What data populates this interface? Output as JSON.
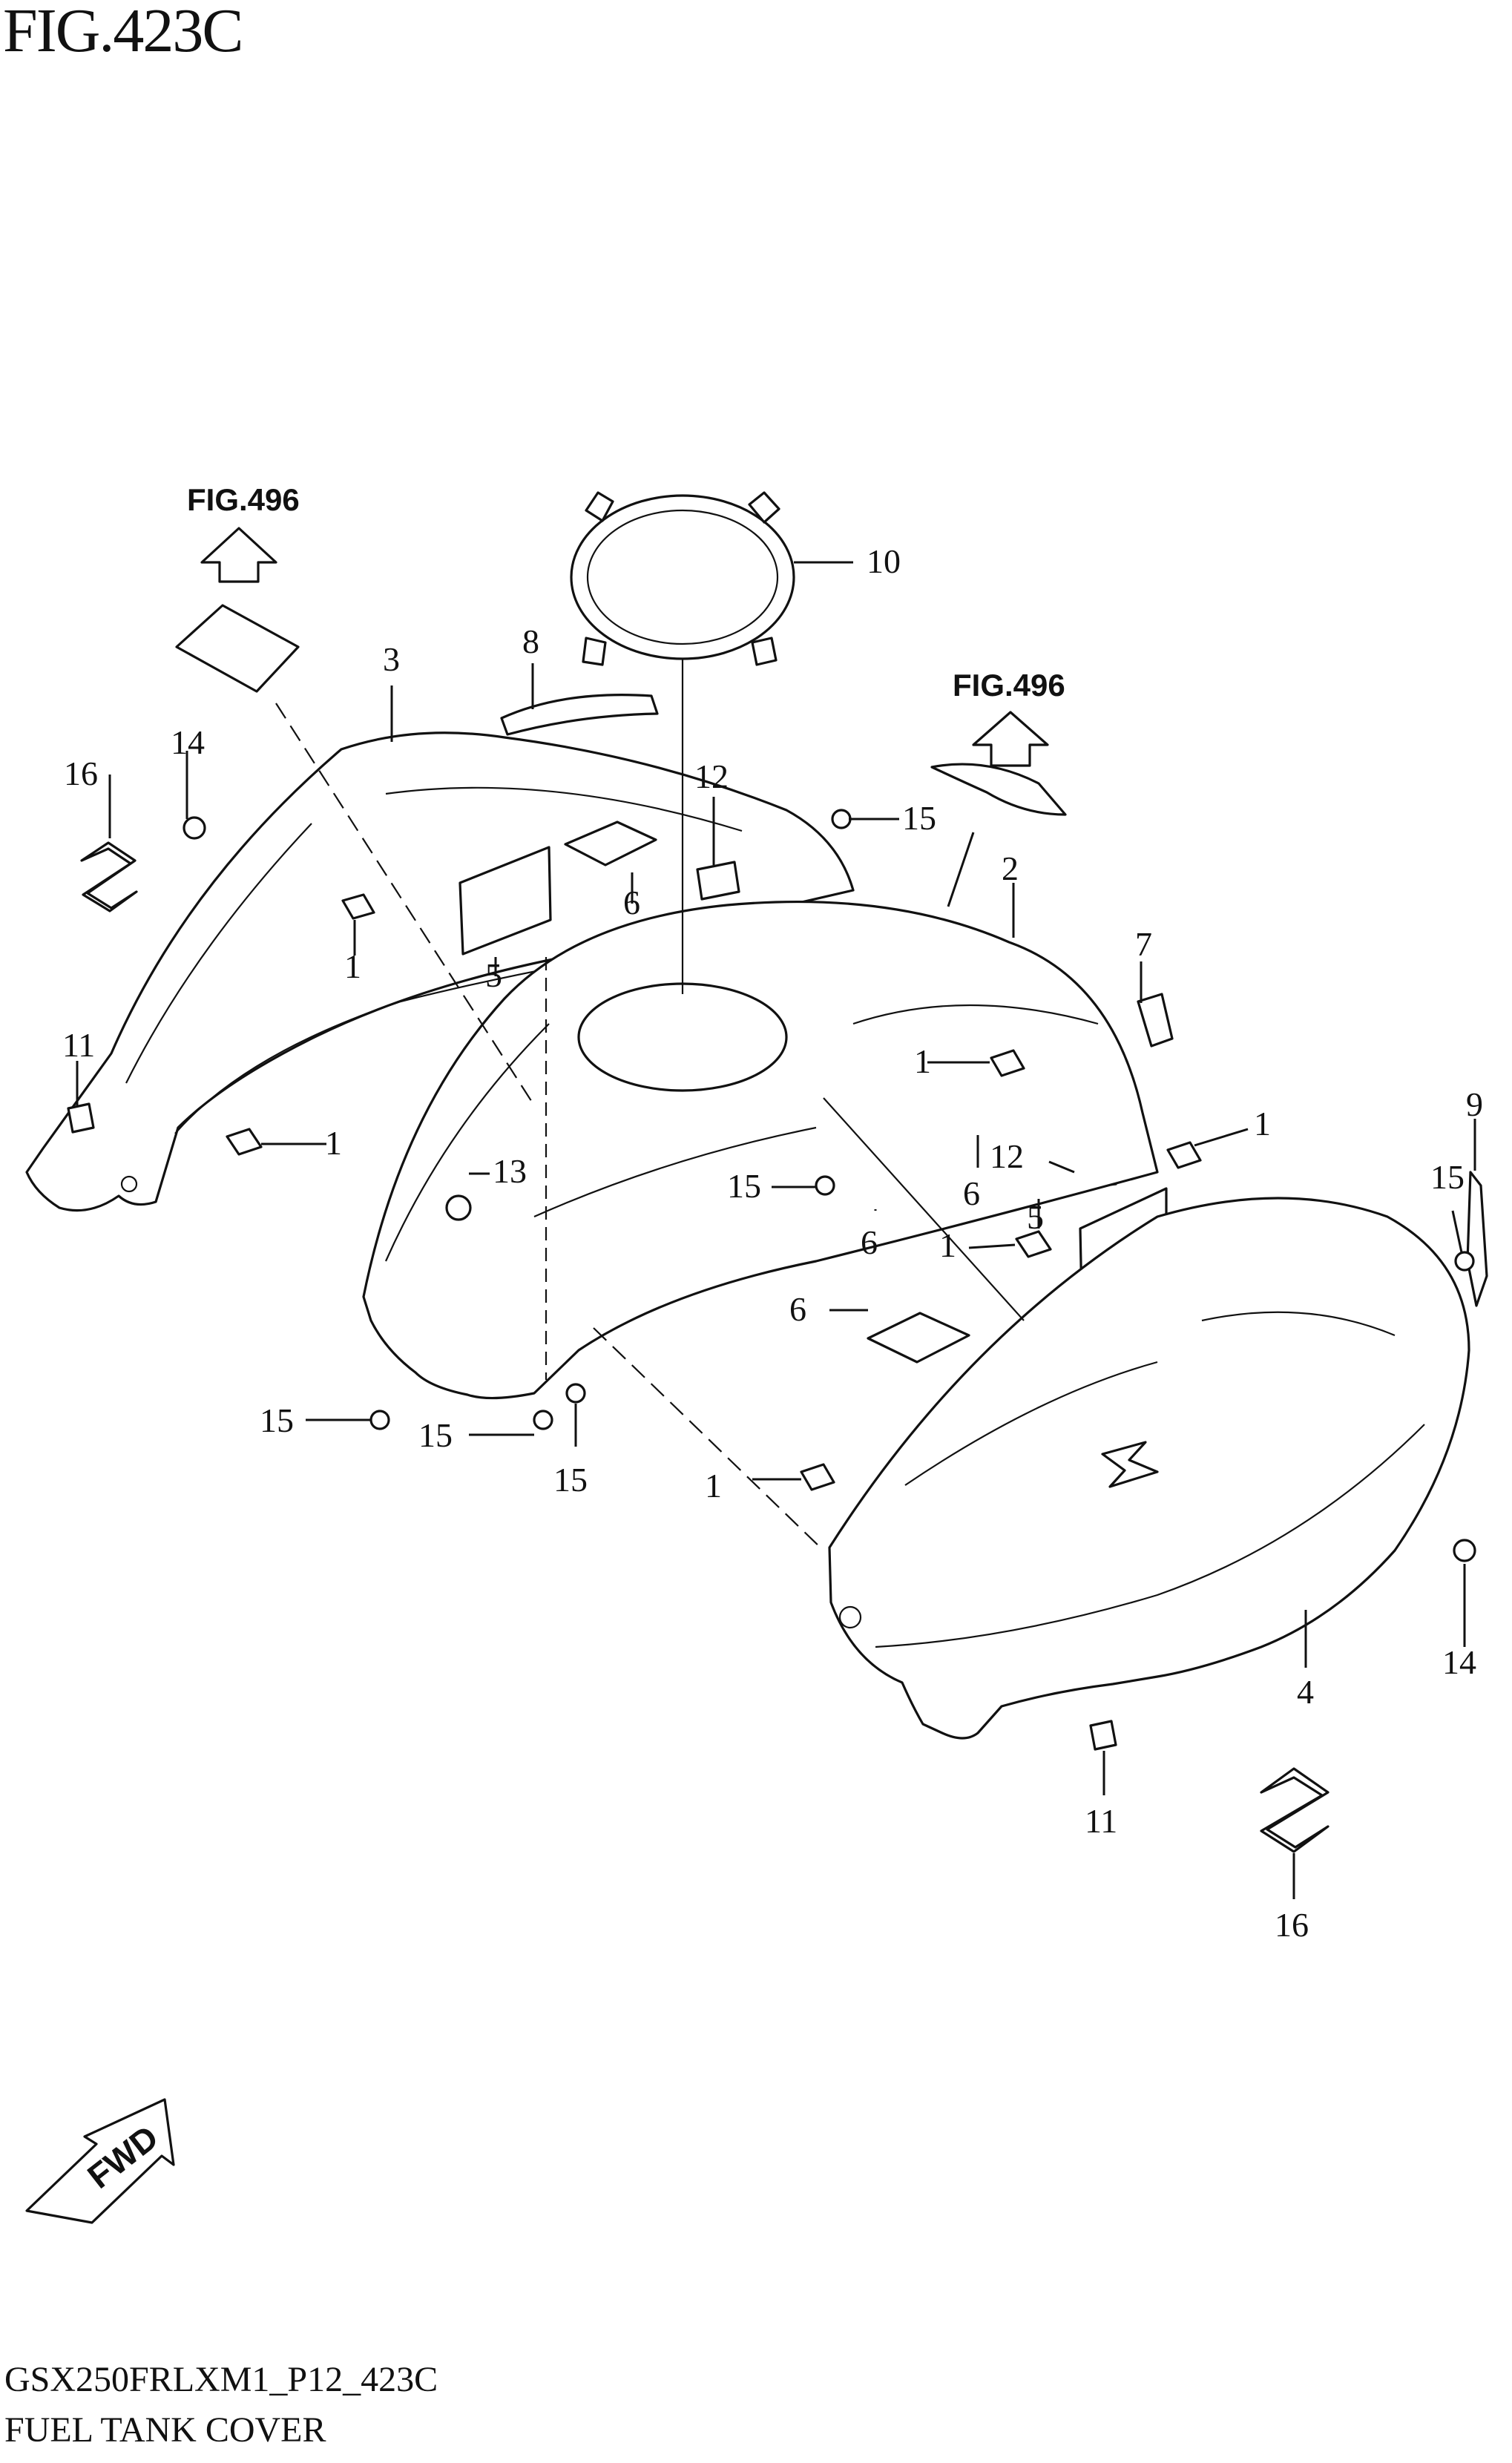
{
  "figure_title": "FIG.423C",
  "references": [
    "FIG.496",
    "FIG.496"
  ],
  "direction_label": "FWD",
  "footer": {
    "code": "GSX250FRLXM1_P12_423C",
    "name": "FUEL TANK COVER"
  },
  "callouts": [
    "10",
    "8",
    "3",
    "14",
    "16",
    "12",
    "15",
    "6",
    "2",
    "7",
    "1",
    "5",
    "11",
    "1",
    "13",
    "1",
    "12",
    "15",
    "1",
    "6",
    "5",
    "9",
    "15",
    "6",
    "1",
    "15",
    "15",
    "15",
    "1",
    "14",
    "4",
    "11",
    "16"
  ]
}
